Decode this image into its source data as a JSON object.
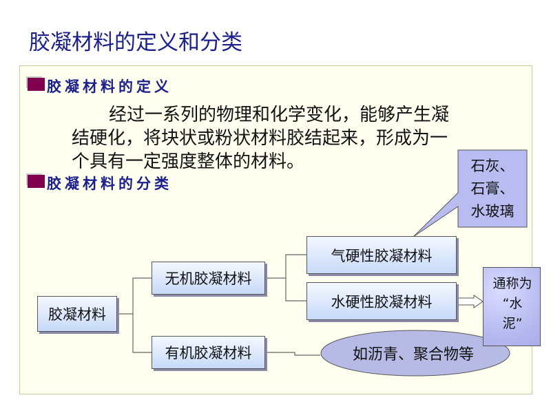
{
  "title": "胶凝材料的定义和分类",
  "definition": {
    "heading": "胶凝材料的定义",
    "lines": [
      "经过一系列的物理和化学变化，能够产生凝",
      "结硬化，将块状或粉状材料胶结起来，形成为一",
      "个具有一定强度整体的材料。"
    ]
  },
  "classification": {
    "heading": "胶凝材料的分类",
    "root": "胶凝材料",
    "inorganic": "无机胶凝材料",
    "organic": "有机胶凝材料",
    "air_hardening": "气硬性胶凝材料",
    "hydraulic": "水硬性胶凝材料",
    "air_examples": [
      "石灰、",
      "石膏、",
      "水玻璃"
    ],
    "hydraulic_note": [
      "通称为",
      "“水",
      "泥”"
    ],
    "organic_examples": "如沥青、聚合物等"
  },
  "colors": {
    "title": "#1a1f8c",
    "bullet": "#800050",
    "box_fill": "#c7daf8",
    "ellipse_fill": "#b8bae6",
    "panel": "#fffff0"
  }
}
